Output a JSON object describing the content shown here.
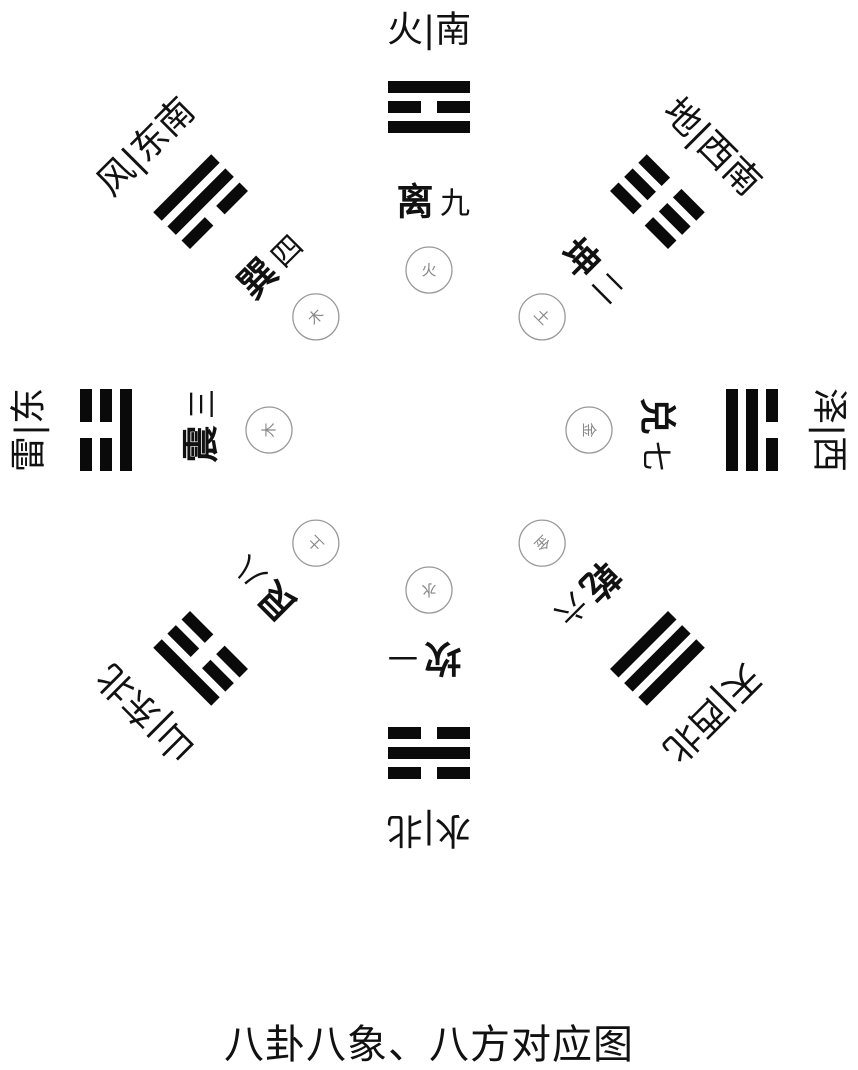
{
  "caption": "八卦八象、八方对应图",
  "trigrams": [
    {
      "id": "li",
      "direction_label": "火|南",
      "name": "离",
      "number": "九",
      "element": "火",
      "lines": [
        "yang",
        "yin",
        "yang"
      ]
    },
    {
      "id": "kun",
      "direction_label": "地|西南",
      "name": "坤",
      "number": "二",
      "element": "土",
      "lines": [
        "yin",
        "yin",
        "yin"
      ]
    },
    {
      "id": "dui",
      "direction_label": "泽|西",
      "name": "兑",
      "number": "七",
      "element": "金",
      "lines": [
        "yin",
        "yang",
        "yang"
      ]
    },
    {
      "id": "qian",
      "direction_label": "天|西北",
      "name": "乾",
      "number": "六",
      "element": "金",
      "lines": [
        "yang",
        "yang",
        "yang"
      ]
    },
    {
      "id": "kan",
      "direction_label": "水|北",
      "name": "坎",
      "number": "一",
      "element": "水",
      "lines": [
        "yin",
        "yang",
        "yin"
      ]
    },
    {
      "id": "gen",
      "direction_label": "山|东北",
      "name": "艮",
      "number": "八",
      "element": "土",
      "lines": [
        "yang",
        "yin",
        "yin"
      ]
    },
    {
      "id": "zhen",
      "direction_label": "雷|东",
      "name": "震",
      "number": "三",
      "element": "木",
      "lines": [
        "yin",
        "yin",
        "yang"
      ]
    },
    {
      "id": "xun",
      "direction_label": "风|东南",
      "name": "巽",
      "number": "四",
      "element": "木",
      "lines": [
        "yang",
        "yang",
        "yin"
      ]
    }
  ]
}
